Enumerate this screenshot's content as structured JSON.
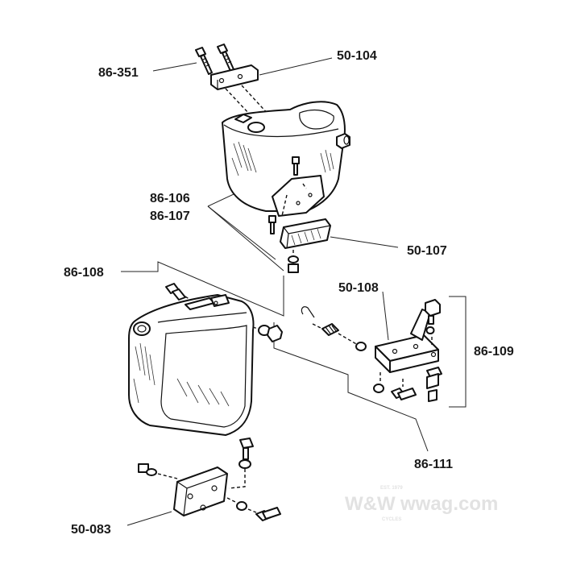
{
  "labels": [
    {
      "id": "86-351",
      "text": "86-351"
    },
    {
      "id": "50-104",
      "text": "50-104"
    },
    {
      "id": "86-106",
      "text": "86-106"
    },
    {
      "id": "86-107",
      "text": "86-107"
    },
    {
      "id": "50-107",
      "text": "50-107"
    },
    {
      "id": "86-108",
      "text": "86-108"
    },
    {
      "id": "50-108",
      "text": "50-108"
    },
    {
      "id": "86-109",
      "text": "86-109"
    },
    {
      "id": "86-111",
      "text": "86-111"
    },
    {
      "id": "50-083",
      "text": "50-083"
    }
  ],
  "watermark": {
    "brand": "W&W",
    "domain": "wwag.com",
    "est": "EST. 1979",
    "sub": "CYCLES"
  }
}
